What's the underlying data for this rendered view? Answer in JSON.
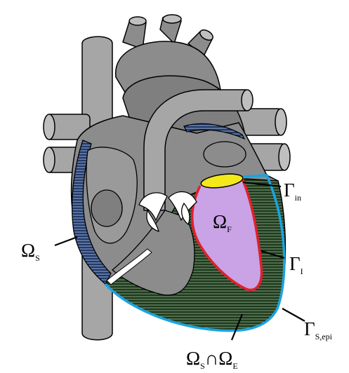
{
  "labels": {
    "omega_s": {
      "main": "Ω",
      "sub": "S"
    },
    "omega_f": {
      "main": "Ω",
      "sub": "F"
    },
    "gamma_in": {
      "main": "Γ",
      "sub": "in"
    },
    "gamma_i": {
      "main": "Γ",
      "sub": "I"
    },
    "gamma_s_epi": {
      "main": "Γ",
      "sub": "S,epi"
    },
    "omega_s_cap_omega_e": {
      "part1": "Ω",
      "sub1": "S",
      "cap": "∩",
      "part2": "Ω",
      "sub2": "E"
    }
  },
  "colors": {
    "vessel_fill": "#a6a6a6",
    "vessel_dark": "#7f7f7f",
    "heart_body": "#8c8c8c",
    "atrium_hatch": "#1f3a6b",
    "ventricle_hatch": "#1d3a1d",
    "fluid_domain": "#c9a3e6",
    "inflow_boundary": "#f2e81a",
    "interface_boundary": "#e0202a",
    "epicardium_boundary": "#1aa3e0",
    "outline": "#000000"
  }
}
